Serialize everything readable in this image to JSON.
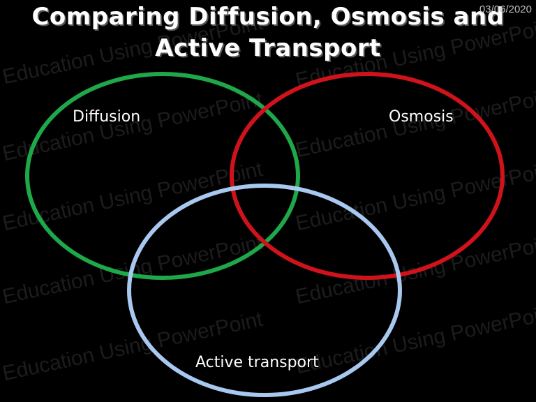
{
  "slide": {
    "title_line1": "Comparing Diffusion, Osmosis and",
    "title_line2": "Active Transport",
    "date": "03/06/2020",
    "watermark": "Education Using PowerPoint"
  },
  "venn": {
    "sets": [
      {
        "id": "diffusion",
        "label": "Diffusion",
        "color": "#1ea84a"
      },
      {
        "id": "osmosis",
        "label": "Osmosis",
        "color": "#d0121b"
      },
      {
        "id": "active-transport",
        "label": "Active transport",
        "color": "#a8c8f0"
      }
    ]
  }
}
